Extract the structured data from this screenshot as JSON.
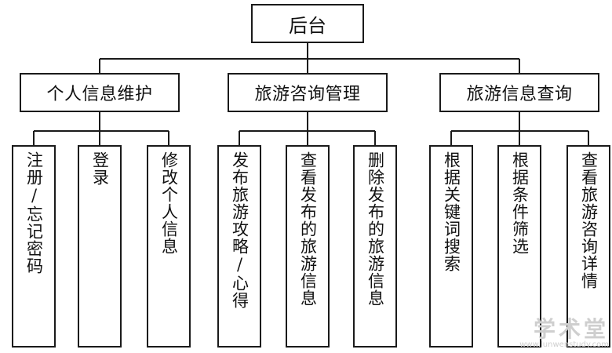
{
  "root": {
    "label": "后台"
  },
  "modules": [
    {
      "label": "个人信息维护",
      "children": [
        "注册/忘记密码",
        "登录",
        "修改个人信息"
      ]
    },
    {
      "label": "旅游咨询管理",
      "children": [
        "发布旅游攻略/心得",
        "查看发布的旅游信息",
        "删除发布的旅游信息"
      ]
    },
    {
      "label": "旅游信息查询",
      "children": [
        "根据关键词搜索",
        "根据条件筛选",
        "查看旅游咨询详情"
      ]
    }
  ],
  "watermark": {
    "main": "学术堂",
    "url": "www.lunwenstudy.com"
  },
  "colors": {
    "line": "#1a1a1a",
    "text": "#111111",
    "watermark": "#cfcfcf"
  }
}
